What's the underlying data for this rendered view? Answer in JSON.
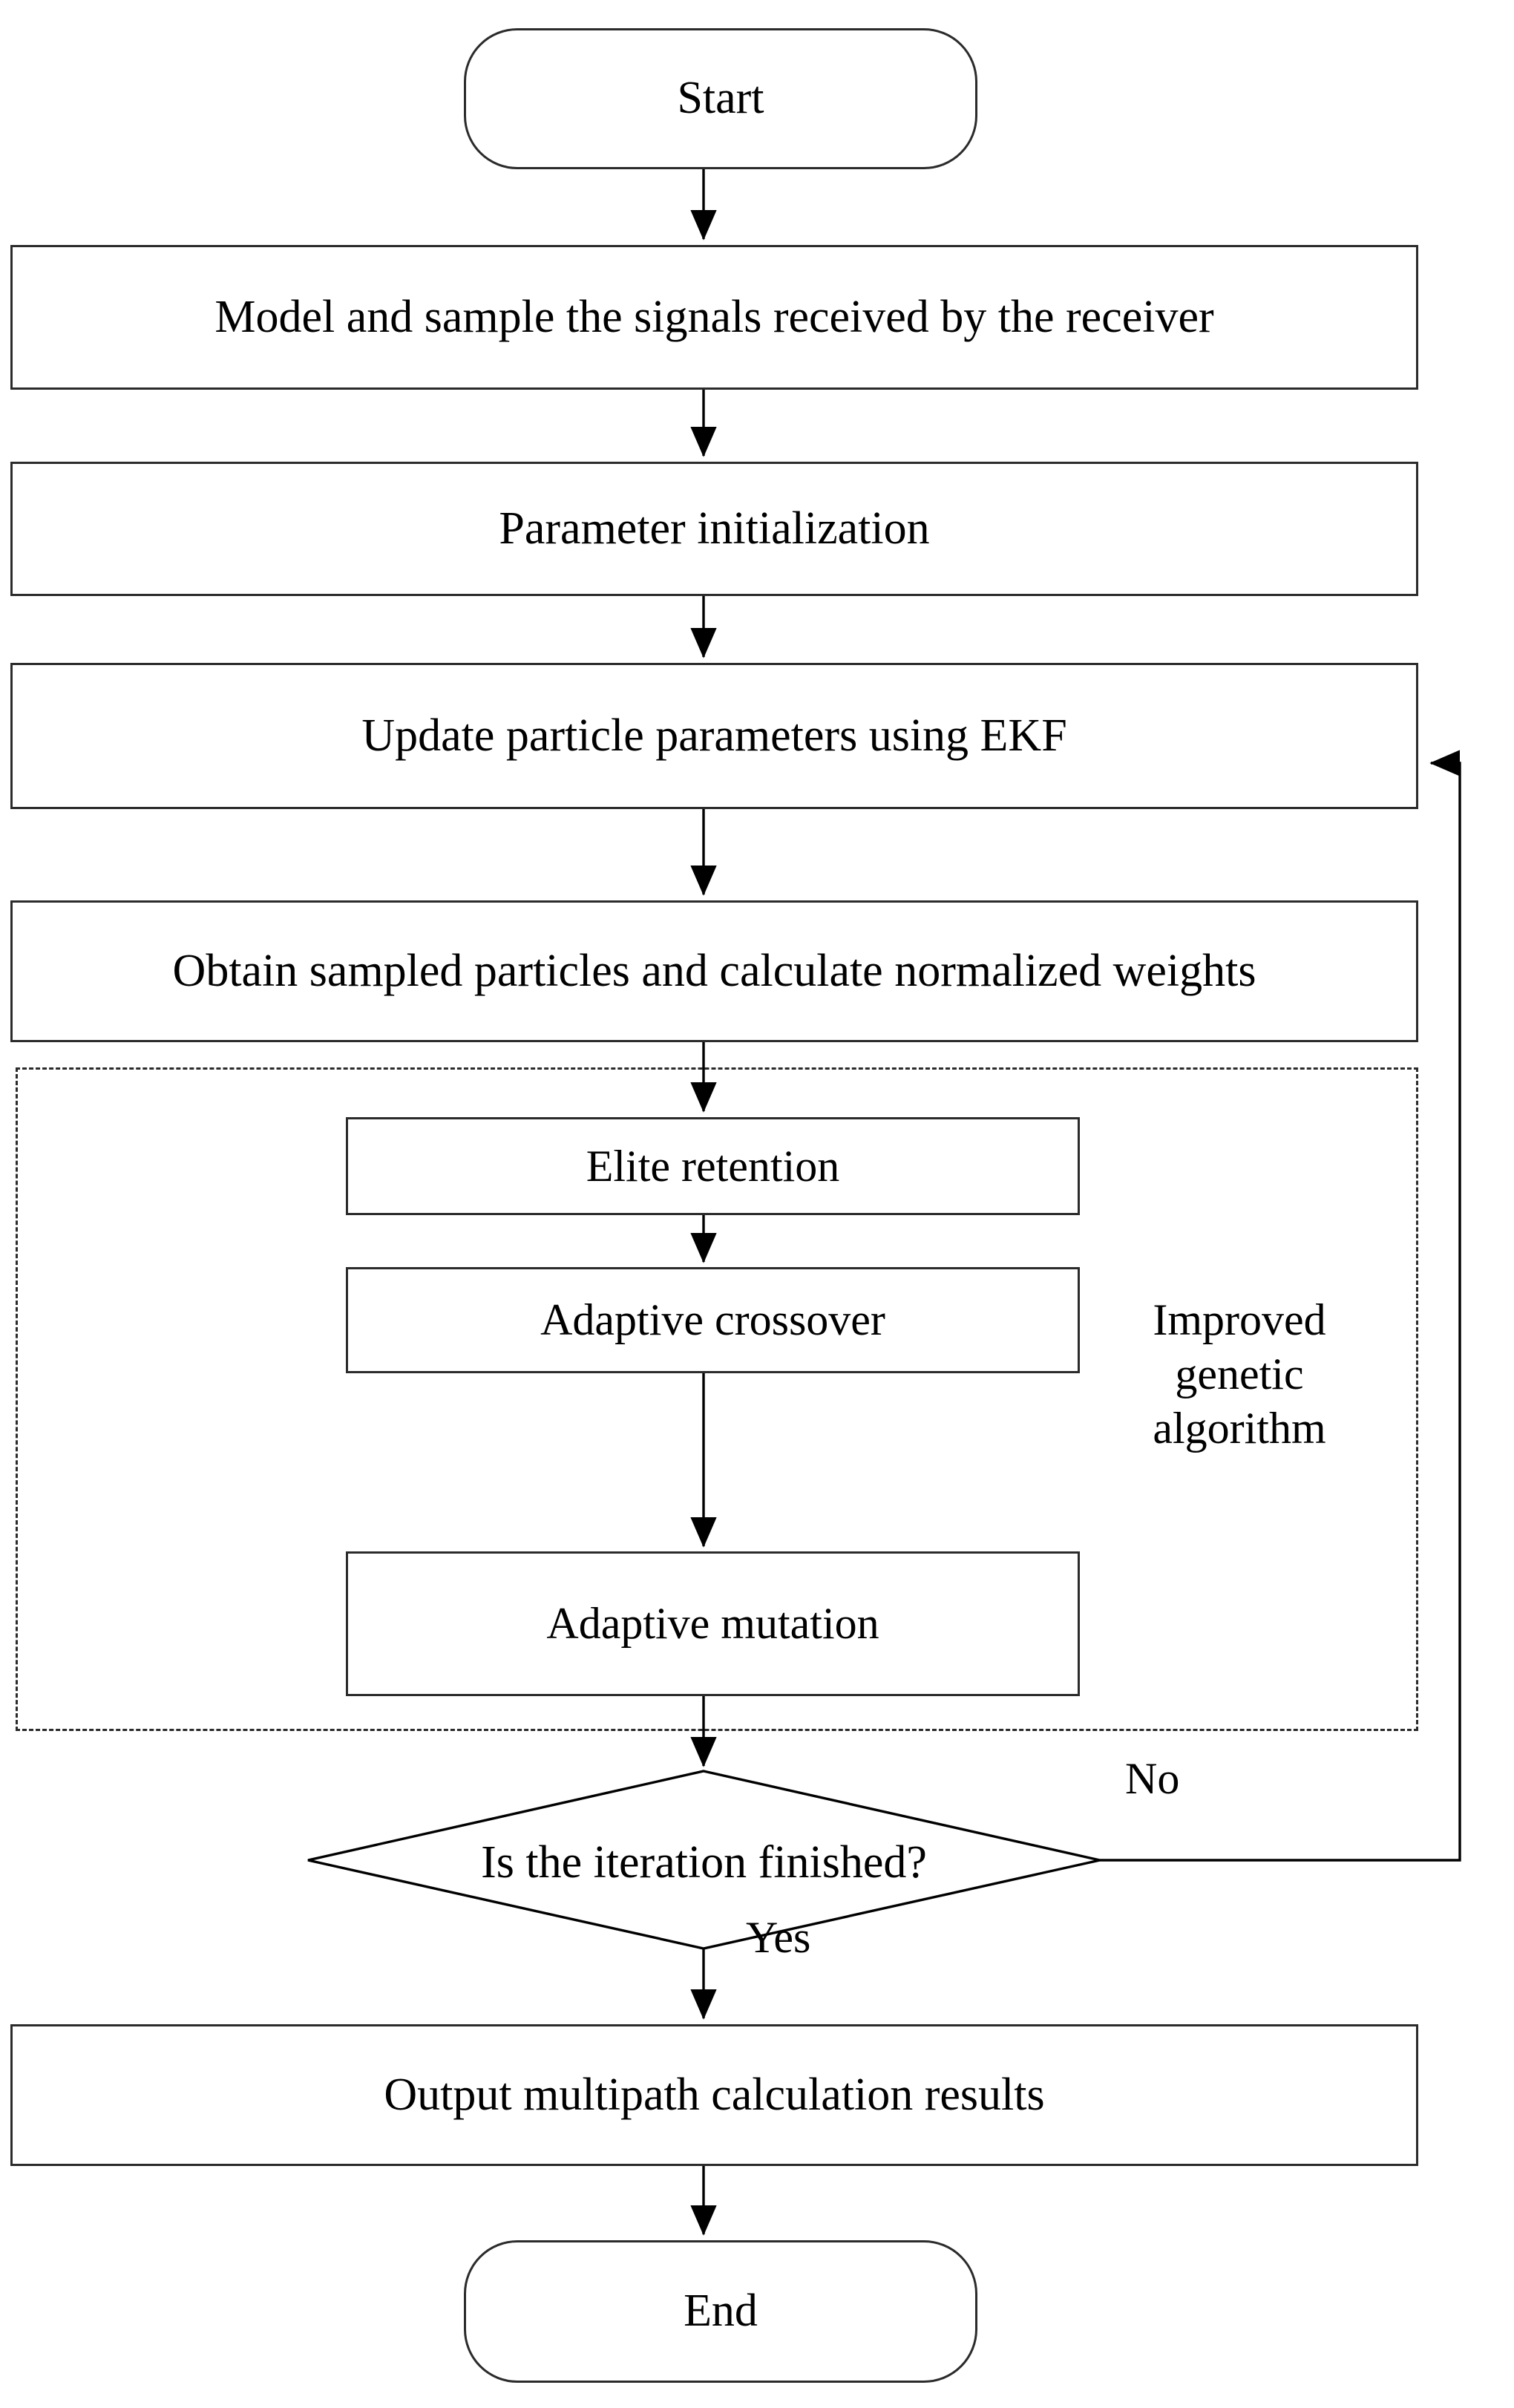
{
  "diagram": {
    "type": "flowchart",
    "orientation": "vertical",
    "background_color": "#ffffff",
    "line_color": "#2b2b2b",
    "text_color": "#000000",
    "nodes": [
      {
        "id": "start",
        "shape": "terminator",
        "label": "Start"
      },
      {
        "id": "model",
        "shape": "process",
        "label": "Model and sample the signals received by the receiver"
      },
      {
        "id": "paraminit",
        "shape": "process",
        "label": "Parameter initialization"
      },
      {
        "id": "ekf",
        "shape": "process",
        "label": "Update particle parameters using EKF"
      },
      {
        "id": "weights",
        "shape": "process",
        "label": "Obtain sampled particles and calculate normalized weights"
      },
      {
        "id": "elite",
        "shape": "process",
        "label": "Elite retention"
      },
      {
        "id": "crossover",
        "shape": "process",
        "label": "Adaptive crossover"
      },
      {
        "id": "mutation",
        "shape": "process",
        "label": "Adaptive mutation"
      },
      {
        "id": "decision",
        "shape": "decision",
        "label": "Is the iteration finished?"
      },
      {
        "id": "output",
        "shape": "process",
        "label": "Output multipath calculation results"
      },
      {
        "id": "end",
        "shape": "terminator",
        "label": "End"
      }
    ],
    "group": {
      "id": "ga-group",
      "style": "dashed",
      "caption": "Improved\ngenetic\nalgorithm",
      "caption_lines": [
        "Improved",
        "genetic",
        "algorithm"
      ],
      "members": [
        "elite",
        "crossover",
        "mutation"
      ]
    },
    "edges": [
      {
        "from": "start",
        "to": "model",
        "label": ""
      },
      {
        "from": "model",
        "to": "paraminit",
        "label": ""
      },
      {
        "from": "paraminit",
        "to": "ekf",
        "label": ""
      },
      {
        "from": "ekf",
        "to": "weights",
        "label": ""
      },
      {
        "from": "weights",
        "to": "elite",
        "label": ""
      },
      {
        "from": "elite",
        "to": "crossover",
        "label": ""
      },
      {
        "from": "crossover",
        "to": "mutation",
        "label": ""
      },
      {
        "from": "mutation",
        "to": "decision",
        "label": ""
      },
      {
        "from": "decision",
        "to": "ekf",
        "label": "No"
      },
      {
        "from": "decision",
        "to": "output",
        "label": "Yes"
      },
      {
        "from": "output",
        "to": "end",
        "label": ""
      }
    ],
    "edge_labels": {
      "no": "No",
      "yes": "Yes"
    }
  }
}
